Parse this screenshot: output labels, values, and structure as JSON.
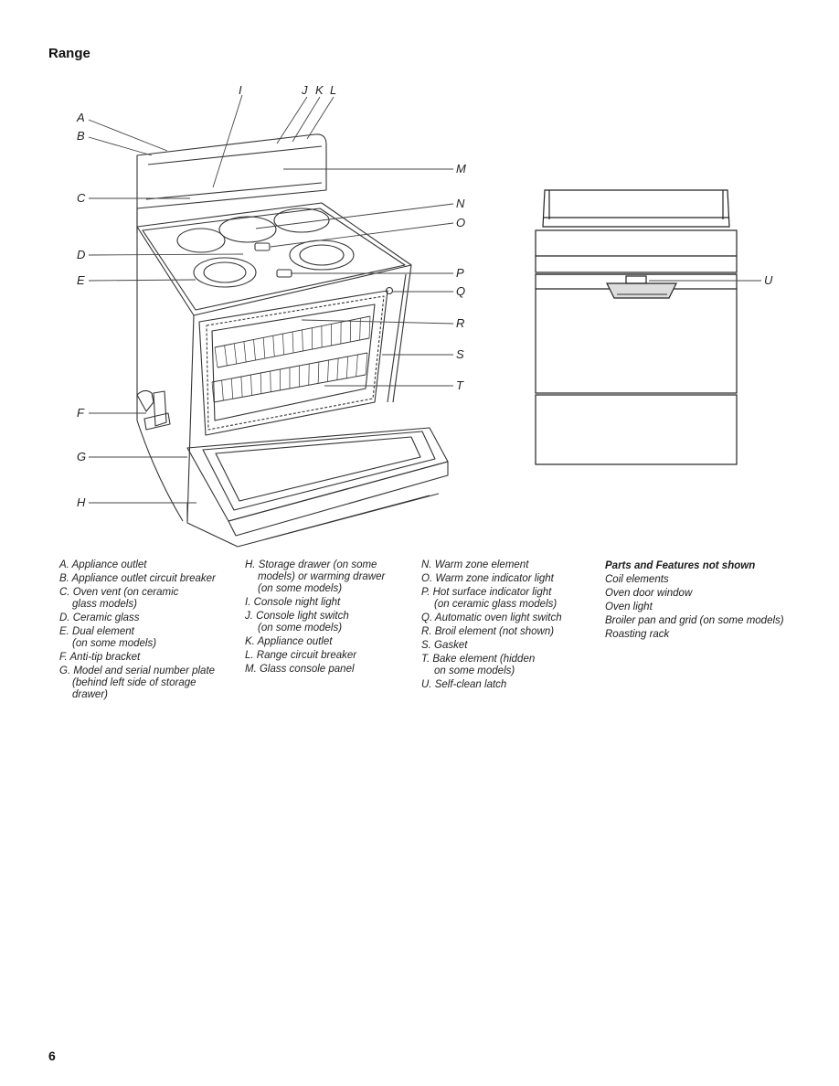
{
  "page": {
    "title": "Range",
    "page_number": "6"
  },
  "callouts": [
    "A",
    "B",
    "C",
    "D",
    "E",
    "F",
    "G",
    "H",
    "I",
    "J",
    "K",
    "L",
    "M",
    "N",
    "O",
    "P",
    "Q",
    "R",
    "S",
    "T",
    "U"
  ],
  "legend": {
    "column_1": [
      {
        "line1": "A. Appliance outlet",
        "line2": "",
        "line3": ""
      },
      {
        "line1": "B. Appliance outlet circuit breaker",
        "line2": "",
        "line3": ""
      },
      {
        "line1": "C. Oven vent (on ceramic",
        "line2": "glass models)",
        "line3": ""
      },
      {
        "line1": "D. Ceramic glass",
        "line2": "",
        "line3": ""
      },
      {
        "line1": "E. Dual element",
        "line2": "(on some models)",
        "line3": ""
      },
      {
        "line1": "F. Anti-tip bracket",
        "line2": "",
        "line3": ""
      },
      {
        "line1": "G. Model and serial number plate",
        "line2": "(behind left side of storage",
        "line3": "drawer)"
      }
    ],
    "column_2": [
      {
        "line1": "H. Storage drawer (on some",
        "line2": "models) or warming drawer",
        "line3": "(on some models)"
      },
      {
        "line1": "I. Console night light",
        "line2": "",
        "line3": ""
      },
      {
        "line1": "J. Console light switch",
        "line2": "(on some models)",
        "line3": ""
      },
      {
        "line1": "K. Appliance outlet",
        "line2": "",
        "line3": ""
      },
      {
        "line1": "L. Range circuit breaker",
        "line2": "",
        "line3": ""
      },
      {
        "line1": "M. Glass console panel",
        "line2": "",
        "line3": ""
      }
    ],
    "column_3": [
      {
        "line1": "N. Warm zone element",
        "line2": "",
        "line3": ""
      },
      {
        "line1": "O. Warm zone indicator light",
        "line2": "",
        "line3": ""
      },
      {
        "line1": "P. Hot surface indicator light",
        "line2": "(on ceramic glass models)",
        "line3": ""
      },
      {
        "line1": "Q. Automatic oven light switch",
        "line2": "",
        "line3": ""
      },
      {
        "line1": "R. Broil element (not shown)",
        "line2": "",
        "line3": ""
      },
      {
        "line1": "S. Gasket",
        "line2": "",
        "line3": ""
      },
      {
        "line1": "T. Bake element (hidden",
        "line2": "on some models)",
        "line3": ""
      },
      {
        "line1": "U. Self-clean latch",
        "line2": "",
        "line3": ""
      }
    ],
    "not_shown": {
      "title": "Parts and Features not shown",
      "items": [
        "Coil elements",
        "Oven door window",
        "Oven light",
        "Broiler pan and grid (on some models)",
        "Roasting rack"
      ]
    }
  }
}
